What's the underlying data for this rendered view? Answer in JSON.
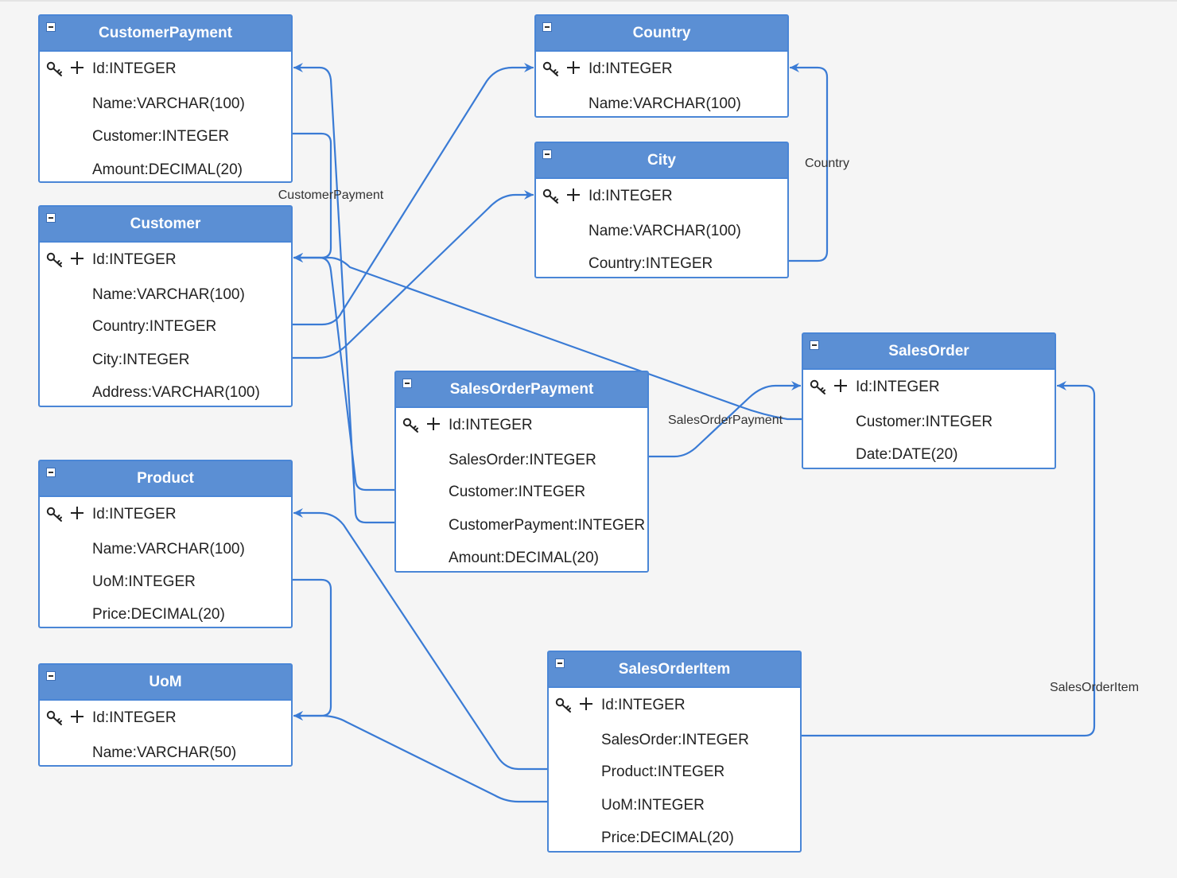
{
  "diagram": {
    "tables": [
      {
        "id": "CustomerPayment",
        "name": "CustomerPayment",
        "fields": [
          {
            "label": "Id:INTEGER",
            "pk": true
          },
          {
            "label": "Name:VARCHAR(100)"
          },
          {
            "label": "Customer:INTEGER"
          },
          {
            "label": "Amount:DECIMAL(20)"
          }
        ]
      },
      {
        "id": "Customer",
        "name": "Customer",
        "fields": [
          {
            "label": "Id:INTEGER",
            "pk": true
          },
          {
            "label": "Name:VARCHAR(100)"
          },
          {
            "label": "Country:INTEGER"
          },
          {
            "label": "City:INTEGER"
          },
          {
            "label": "Address:VARCHAR(100)"
          }
        ]
      },
      {
        "id": "Product",
        "name": "Product",
        "fields": [
          {
            "label": "Id:INTEGER",
            "pk": true
          },
          {
            "label": "Name:VARCHAR(100)"
          },
          {
            "label": "UoM:INTEGER"
          },
          {
            "label": "Price:DECIMAL(20)"
          }
        ]
      },
      {
        "id": "UoM",
        "name": "UoM",
        "fields": [
          {
            "label": "Id:INTEGER",
            "pk": true
          },
          {
            "label": "Name:VARCHAR(50)"
          }
        ]
      },
      {
        "id": "Country",
        "name": "Country",
        "fields": [
          {
            "label": "Id:INTEGER",
            "pk": true
          },
          {
            "label": "Name:VARCHAR(100)"
          }
        ]
      },
      {
        "id": "City",
        "name": "City",
        "fields": [
          {
            "label": "Id:INTEGER",
            "pk": true
          },
          {
            "label": "Name:VARCHAR(100)"
          },
          {
            "label": "Country:INTEGER"
          }
        ]
      },
      {
        "id": "SalesOrderPayment",
        "name": "SalesOrderPayment",
        "fields": [
          {
            "label": "Id:INTEGER",
            "pk": true
          },
          {
            "label": "SalesOrder:INTEGER"
          },
          {
            "label": "Customer:INTEGER"
          },
          {
            "label": "CustomerPayment:INTEGER"
          },
          {
            "label": "Amount:DECIMAL(20)"
          }
        ]
      },
      {
        "id": "SalesOrder",
        "name": "SalesOrder",
        "fields": [
          {
            "label": "Id:INTEGER",
            "pk": true
          },
          {
            "label": "Customer:INTEGER"
          },
          {
            "label": "Date:DATE(20)"
          }
        ]
      },
      {
        "id": "SalesOrderItem",
        "name": "SalesOrderItem",
        "fields": [
          {
            "label": "Id:INTEGER",
            "pk": true
          },
          {
            "label": "SalesOrder:INTEGER"
          },
          {
            "label": "Product:INTEGER"
          },
          {
            "label": "UoM:INTEGER"
          },
          {
            "label": "Price:DECIMAL(20)"
          }
        ]
      }
    ],
    "relations": [
      {
        "from": "CustomerPayment",
        "field": "Customer:INTEGER",
        "to": "Customer"
      },
      {
        "from": "Customer",
        "field": "Country:INTEGER",
        "to": "Country"
      },
      {
        "from": "Customer",
        "field": "City:INTEGER",
        "to": "City"
      },
      {
        "from": "City",
        "field": "Country:INTEGER",
        "to": "Country"
      },
      {
        "from": "SalesOrder",
        "field": "Customer:INTEGER",
        "to": "Customer"
      },
      {
        "from": "SalesOrderPayment",
        "field": "SalesOrder:INTEGER",
        "to": "SalesOrder"
      },
      {
        "from": "SalesOrderPayment",
        "field": "Customer:INTEGER",
        "to": "Customer"
      },
      {
        "from": "SalesOrderPayment",
        "field": "CustomerPayment:INTEGER",
        "to": "CustomerPayment"
      },
      {
        "from": "Product",
        "field": "UoM:INTEGER",
        "to": "UoM"
      },
      {
        "from": "SalesOrderItem",
        "field": "SalesOrder:INTEGER",
        "to": "SalesOrder"
      },
      {
        "from": "SalesOrderItem",
        "field": "Product:INTEGER",
        "to": "Product"
      },
      {
        "from": "SalesOrderItem",
        "field": "UoM:INTEGER",
        "to": "UoM"
      }
    ],
    "edge_labels": [
      {
        "id": "lbl-customerpayment",
        "text": "CustomerPayment"
      },
      {
        "id": "lbl-country",
        "text": "Country"
      },
      {
        "id": "lbl-salesorderpayment",
        "text": "SalesOrderPayment"
      },
      {
        "id": "lbl-salesorderitem",
        "text": "SalesOrderItem"
      }
    ]
  },
  "colors": {
    "header": "#5b8fd4",
    "border": "#4a86d6",
    "edge": "#3a7bd5",
    "background": "#f5f5f5"
  },
  "icons": {
    "primary_key": "key-icon",
    "field_marker": "plus-icon",
    "collapse": "minus-box-icon"
  }
}
